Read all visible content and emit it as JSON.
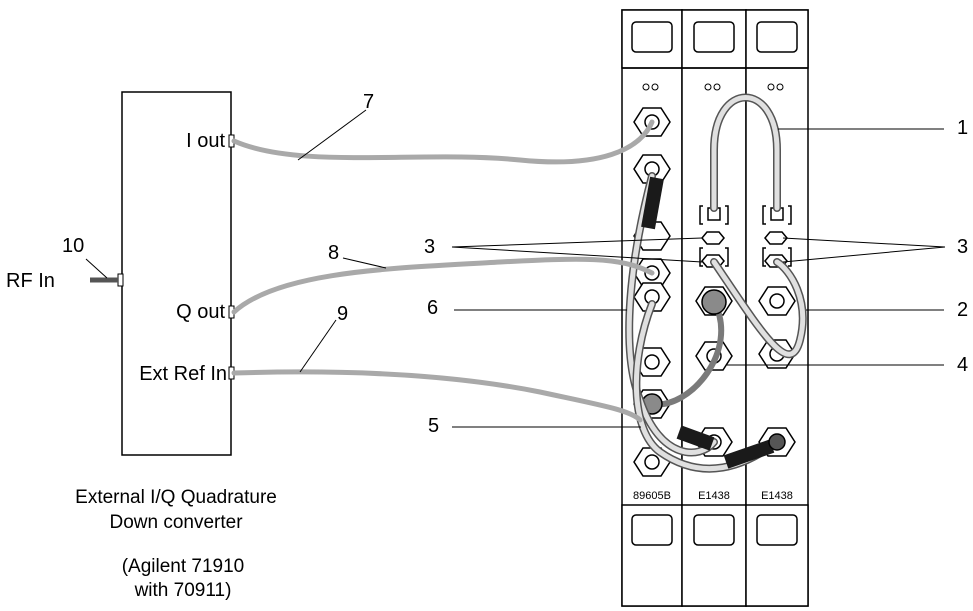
{
  "converter": {
    "ports": {
      "i_out": "I out",
      "q_out": "Q out",
      "ext_ref_in": "Ext Ref In",
      "rf_in": "RF In"
    },
    "caption_line1": "External I/Q Quadrature",
    "caption_line2": "Down converter",
    "caption_line3": "(Agilent 71910",
    "caption_line4": "with 70911)"
  },
  "modules": {
    "left": "89605B",
    "middle": "E1438",
    "right": "E1438"
  },
  "callouts": {
    "n1": "1",
    "n2": "2",
    "n3_left": "3",
    "n3_right": "3",
    "n4": "4",
    "n5": "5",
    "n6": "6",
    "n7": "7",
    "n8": "8",
    "n9": "9",
    "n10": "10"
  }
}
